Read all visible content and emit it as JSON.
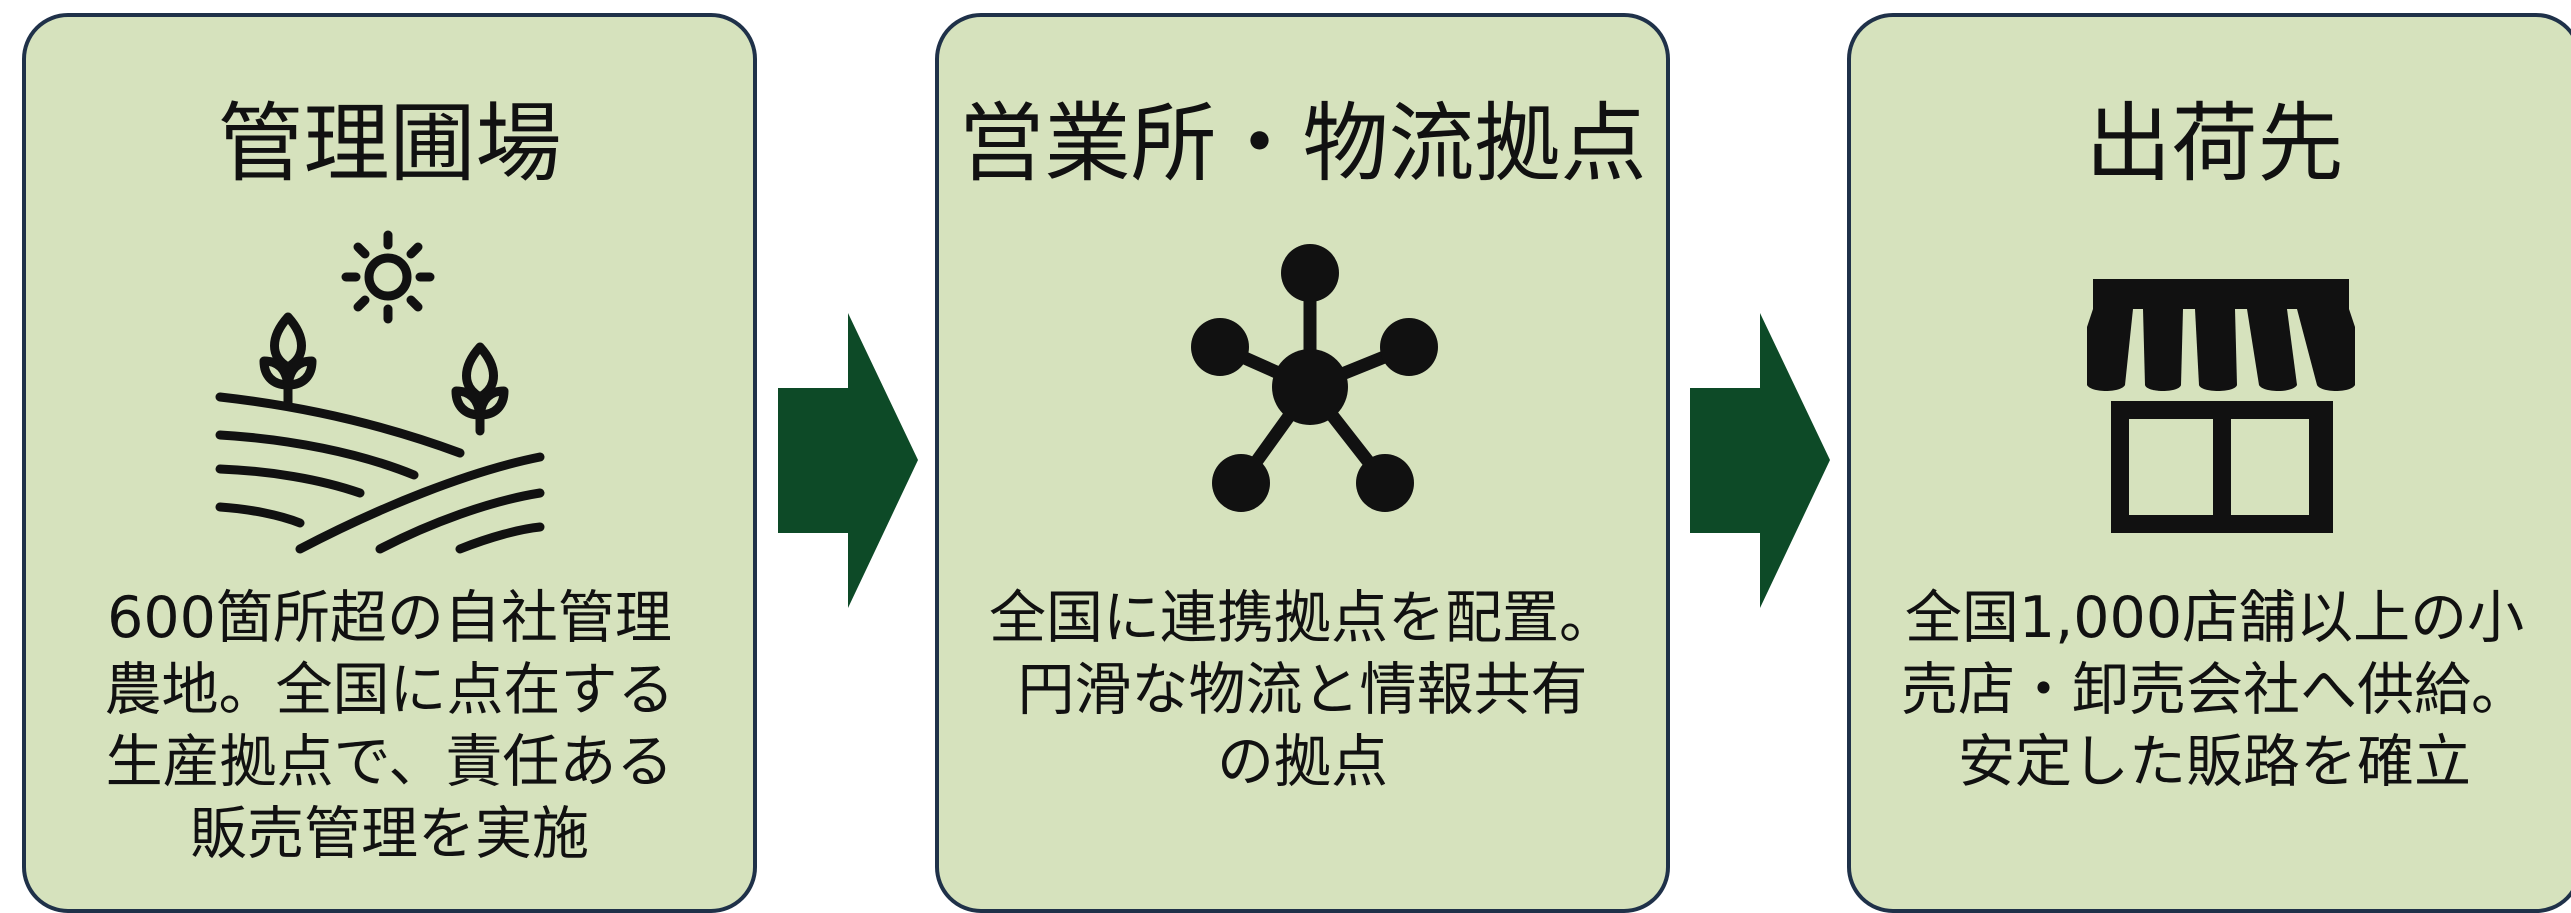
{
  "colors": {
    "card_fill": "#d6e2bd",
    "card_border": "#1f3149",
    "arrow": "#0d4a27",
    "icon": "#111111"
  },
  "cards": [
    {
      "title": "管理圃場",
      "icon": "farm-field-icon",
      "lines": [
        "600箇所超の自社管理",
        "農地。全国に点在する",
        "生産拠点で、責任ある",
        "販売管理を実施"
      ]
    },
    {
      "title": "営業所・物流拠点",
      "icon": "network-hub-icon",
      "lines": [
        "全国に連携拠点を配置。",
        "円滑な物流と情報共有",
        "の拠点"
      ]
    },
    {
      "title": "出荷先",
      "icon": "storefront-icon",
      "lines": [
        "全国1,000店舗以上の小",
        "売店・卸売会社へ供給。",
        "安定した販路を確立"
      ]
    }
  ],
  "arrows": [
    "right-arrow",
    "right-arrow"
  ]
}
